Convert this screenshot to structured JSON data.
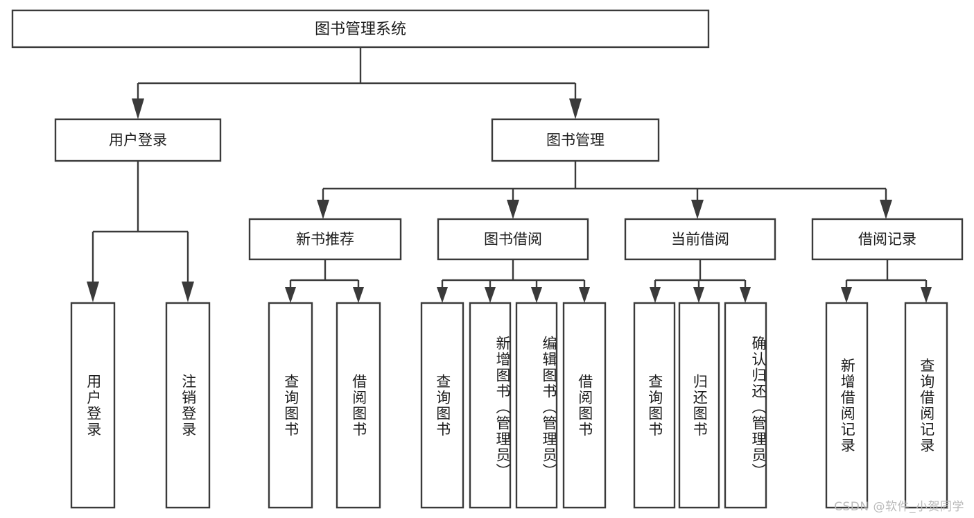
{
  "diagram": {
    "type": "tree",
    "title": "图书管理系统",
    "watermark": "CSDN @软件_小贺同学",
    "colors": {
      "box_stroke": "#3a3a3a",
      "box_fill": "#ffffff",
      "text": "#1c1c1c",
      "connector": "#3a3a3a",
      "watermark": "#b9b9b9",
      "background": "#ffffff"
    },
    "nodes": {
      "root": {
        "label": "图书管理系统"
      },
      "level2": [
        {
          "label": "用户登录"
        },
        {
          "label": "图书管理"
        }
      ],
      "level3": [
        {
          "label": "新书推荐"
        },
        {
          "label": "图书借阅"
        },
        {
          "label": "当前借阅"
        },
        {
          "label": "借阅记录"
        }
      ],
      "leaves": [
        {
          "label": "用户登录",
          "parent": "用户登录"
        },
        {
          "label": "注销登录",
          "parent": "用户登录"
        },
        {
          "label": "查询图书",
          "parent": "新书推荐"
        },
        {
          "label": "借阅图书",
          "parent": "新书推荐"
        },
        {
          "label": "查询图书",
          "parent": "图书借阅"
        },
        {
          "label": "新增图书（管理员）",
          "parent": "图书借阅"
        },
        {
          "label": "编辑图书（管理员）",
          "parent": "图书借阅"
        },
        {
          "label": "借阅图书",
          "parent": "图书借阅"
        },
        {
          "label": "查询图书",
          "parent": "当前借阅"
        },
        {
          "label": "归还图书",
          "parent": "当前借阅"
        },
        {
          "label": "确认归还（管理员）",
          "parent": "当前借阅"
        },
        {
          "label": "新增借阅记录",
          "parent": "借阅记录"
        },
        {
          "label": "查询借阅记录",
          "parent": "借阅记录"
        }
      ]
    }
  }
}
